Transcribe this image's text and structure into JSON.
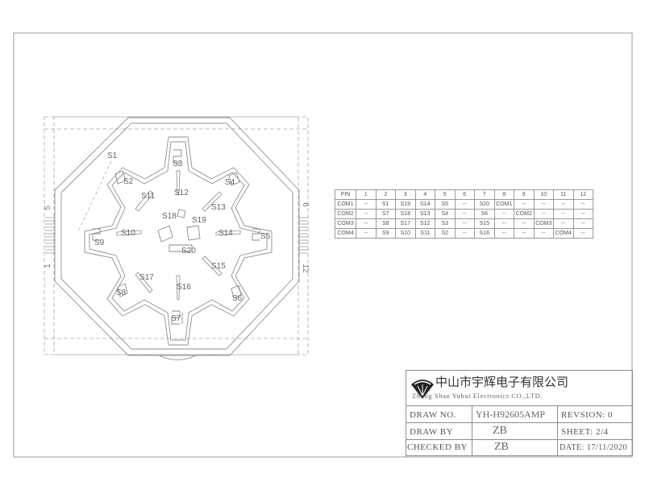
{
  "segments": {
    "s1": "S1",
    "s2": "S2",
    "s3": "S3",
    "s4": "S4",
    "s5": "S5",
    "s6": "S6",
    "s7": "S7",
    "s8": "S8",
    "s9": "S9",
    "s10": "S10",
    "s11": "S11",
    "s12": "S12",
    "s13": "S13",
    "s14": "S14",
    "s15": "S15",
    "s16": "S16",
    "s17": "S17",
    "s18": "S18",
    "s19": "S19",
    "s20": "S20"
  },
  "edge_numbers": {
    "left_top": "5",
    "left_bottom": "1",
    "right_top": "6",
    "right_bottom": "12"
  },
  "pin_table": {
    "header": [
      "PIN",
      "1",
      "2",
      "3",
      "4",
      "5",
      "6",
      "7",
      "8",
      "9",
      "10",
      "11",
      "12"
    ],
    "rows": [
      [
        "COM1",
        "--",
        "S1",
        "S19",
        "S14",
        "S5",
        "--",
        "S20",
        "COM1",
        "--",
        "--",
        "--",
        "--"
      ],
      [
        "COM2",
        "--",
        "S7",
        "S18",
        "S13",
        "S4",
        "--",
        "S6",
        "--",
        "COM2",
        "--",
        "--",
        "--"
      ],
      [
        "COM3",
        "--",
        "S8",
        "S17",
        "S12",
        "S3",
        "--",
        "S15",
        "--",
        "--",
        "COM3",
        "--",
        "--"
      ],
      [
        "COM4",
        "--",
        "S9",
        "S10",
        "S11",
        "S2",
        "--",
        "S16",
        "--",
        "--",
        "--",
        "COM4",
        "--"
      ]
    ]
  },
  "title_block": {
    "company_cn": "中山市宇辉电子有限公司",
    "company_en": "Zhong Shan Yuhui Electronics CO.,LTD.",
    "draw_no_label": "DRAW NO.",
    "draw_no_value": "YH-H92605AMP",
    "revision": "REVSION:   0",
    "draw_by_label": "DRAW BY",
    "draw_by_value": "ZB",
    "sheet": "SHEET: 2/4",
    "checked_by_label": "CHECKED BY",
    "checked_by_value": "ZB",
    "date": "DATE: 17/11/2020"
  },
  "colors": {
    "line": "#8a8a8a",
    "dash": "#a0a0a0",
    "text": "#555555"
  }
}
